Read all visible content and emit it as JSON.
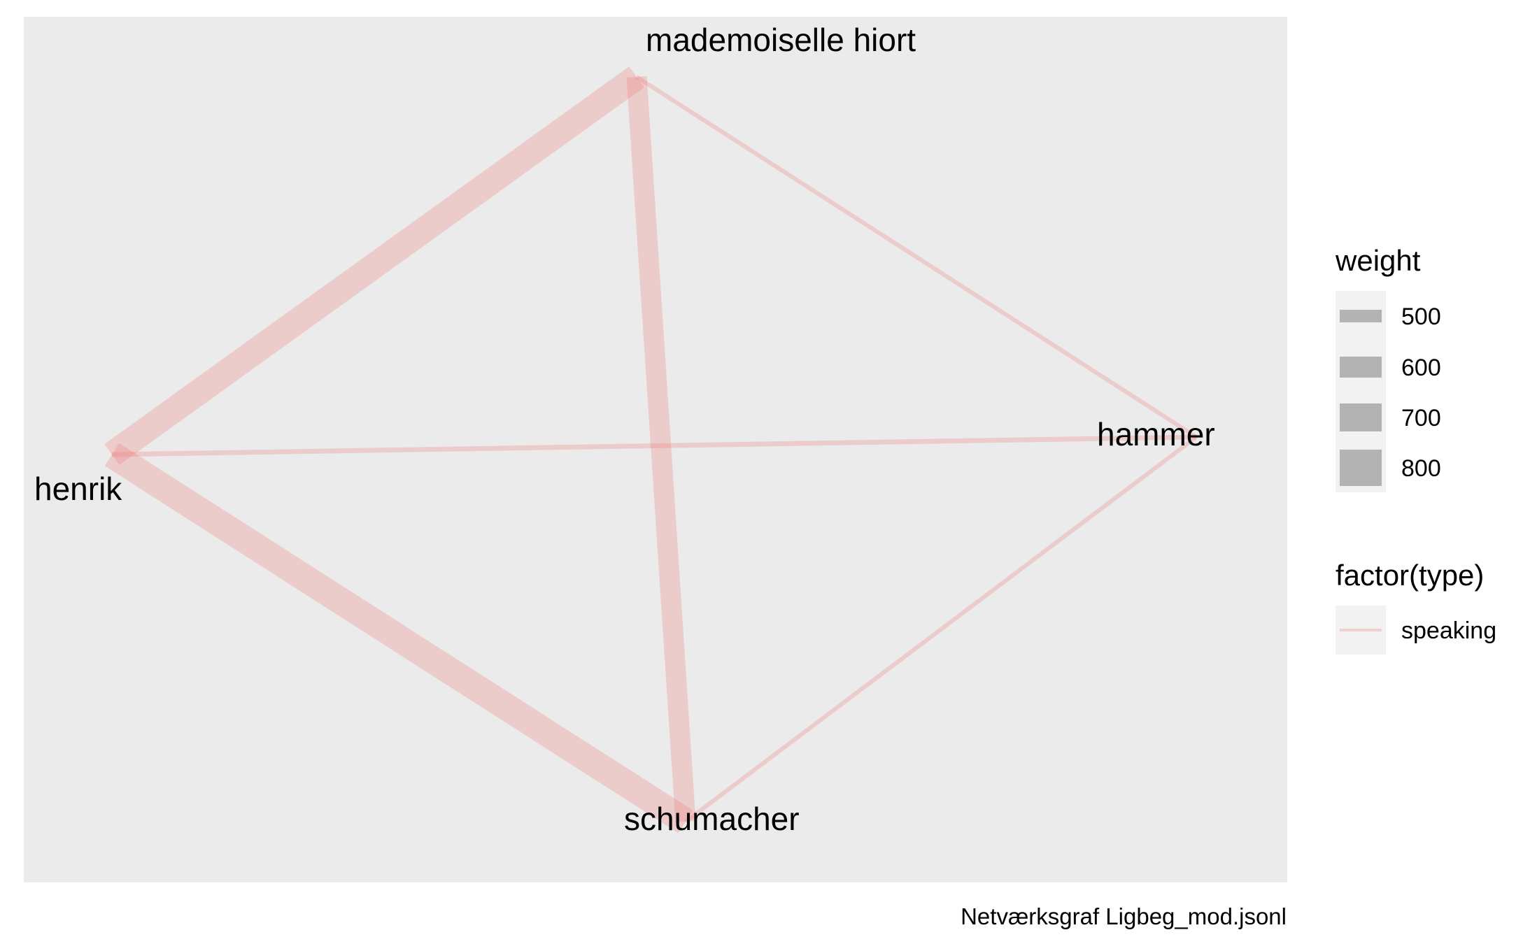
{
  "diagram": {
    "type": "network",
    "nodes": [
      {
        "id": "mademoiselle hiort",
        "label": "mademoiselle hiort"
      },
      {
        "id": "henrik",
        "label": "henrik"
      },
      {
        "id": "hammer",
        "label": "hammer"
      },
      {
        "id": "schumacher",
        "label": "schumacher"
      }
    ],
    "edges": [
      {
        "from": "henrik",
        "to": "mademoiselle hiort",
        "weight": 800,
        "type": "speaking"
      },
      {
        "from": "mademoiselle hiort",
        "to": "schumacher",
        "weight": 720,
        "type": "speaking"
      },
      {
        "from": "henrik",
        "to": "schumacher",
        "weight": 820,
        "type": "speaking"
      },
      {
        "from": "mademoiselle hiort",
        "to": "hammer",
        "weight": 480,
        "type": "speaking"
      },
      {
        "from": "henrik",
        "to": "hammer",
        "weight": 490,
        "type": "speaking"
      },
      {
        "from": "hammer",
        "to": "schumacher",
        "weight": 480,
        "type": "speaking"
      }
    ]
  },
  "legend": {
    "weight": {
      "title": "weight",
      "items": [
        {
          "label": "500",
          "value": 500
        },
        {
          "label": "600",
          "value": 600
        },
        {
          "label": "700",
          "value": 700
        },
        {
          "label": "800",
          "value": 800
        }
      ]
    },
    "type": {
      "title": "factor(type)",
      "items": [
        {
          "label": "speaking"
        }
      ]
    }
  },
  "caption": "Netværksgraf Ligbeg_mod.jsonl",
  "colors": {
    "panel": "#ebebeb",
    "edge": "#f08080",
    "legend_key_bg": "#f2f2f2",
    "legend_key_fill": "#b3b3b3"
  }
}
